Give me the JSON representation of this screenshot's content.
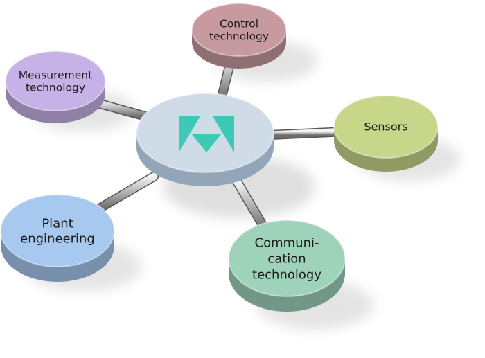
{
  "diagram": {
    "center": {
      "logo": "triangle-logo-icon",
      "logo_color": "#3ec9b7",
      "color": "#cfdce8"
    },
    "nodes": [
      {
        "id": "control",
        "lines": [
          "Control",
          "technology"
        ],
        "color": "#c79aa0"
      },
      {
        "id": "measurement",
        "lines": [
          "Measurement",
          "technology"
        ],
        "color": "#c6b2e6"
      },
      {
        "id": "sensors",
        "lines": [
          "Sensors"
        ],
        "color": "#c8d68a"
      },
      {
        "id": "plant",
        "lines": [
          "Plant",
          "engineering"
        ],
        "color": "#a7c8ef"
      },
      {
        "id": "communication",
        "lines": [
          "Communi-",
          "cation",
          "technology"
        ],
        "color": "#9fd2bb"
      }
    ]
  }
}
